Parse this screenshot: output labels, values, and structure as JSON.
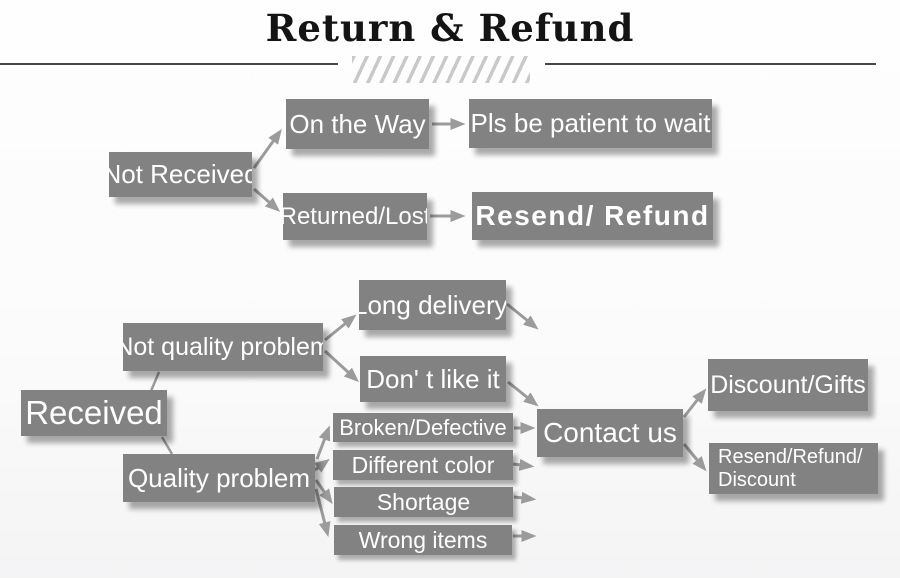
{
  "title": "Return & Refund",
  "colors": {
    "box_fill": "#828282",
    "box_text": "#ffffff",
    "arrow": "#9b9b9b",
    "title_text": "#141414",
    "separator_line": "#474747",
    "hatch": "#c9c9c9",
    "background": "#fcfcfc"
  },
  "nodes": {
    "not_received": {
      "label": "Not Received"
    },
    "on_the_way": {
      "label": "On the Way"
    },
    "pls_wait": {
      "label": "Pls be patient to wait"
    },
    "returned_lost": {
      "label": "Returned/Lost"
    },
    "resend_refund": {
      "label": "Resend/ Refund"
    },
    "received": {
      "label": "Received"
    },
    "not_quality_problem": {
      "label": "Not quality problem"
    },
    "long_delivery": {
      "label": "Long delivery"
    },
    "dont_like_it": {
      "label": "Don' t like it"
    },
    "quality_problem": {
      "label": "Quality problem"
    },
    "broken_defective": {
      "label": "Broken/Defective"
    },
    "different_color": {
      "label": "Different color"
    },
    "shortage": {
      "label": "Shortage"
    },
    "wrong_items": {
      "label": "Wrong items"
    },
    "contact_us": {
      "label": "Contact us"
    },
    "discount_gifts": {
      "label": "Discount/Gifts"
    },
    "resend_refund_discount": {
      "label": "Resend/Refund/\nDiscount"
    }
  },
  "edges": [
    {
      "from": "Not Received",
      "to": "On the Way"
    },
    {
      "from": "Not Received",
      "to": "Returned/Lost"
    },
    {
      "from": "On the Way",
      "to": "Pls be patient to wait"
    },
    {
      "from": "Returned/Lost",
      "to": "Resend/ Refund"
    },
    {
      "from": "Received",
      "to": "Not quality problem"
    },
    {
      "from": "Received",
      "to": "Quality problem"
    },
    {
      "from": "Not quality problem",
      "to": "Long delivery"
    },
    {
      "from": "Not quality problem",
      "to": "Don' t like it"
    },
    {
      "from": "Long delivery",
      "to": "Contact us"
    },
    {
      "from": "Don' t like it",
      "to": "Contact us"
    },
    {
      "from": "Quality problem",
      "to": "Broken/Defective"
    },
    {
      "from": "Quality problem",
      "to": "Different color"
    },
    {
      "from": "Quality problem",
      "to": "Shortage"
    },
    {
      "from": "Quality problem",
      "to": "Wrong items"
    },
    {
      "from": "Broken/Defective",
      "to": "Contact us"
    },
    {
      "from": "Different color",
      "to": "Contact us"
    },
    {
      "from": "Shortage",
      "to": "Contact us"
    },
    {
      "from": "Wrong items",
      "to": "Contact us"
    },
    {
      "from": "Contact us",
      "to": "Discount/Gifts"
    },
    {
      "from": "Contact us",
      "to": "Resend/Refund/Discount"
    }
  ]
}
